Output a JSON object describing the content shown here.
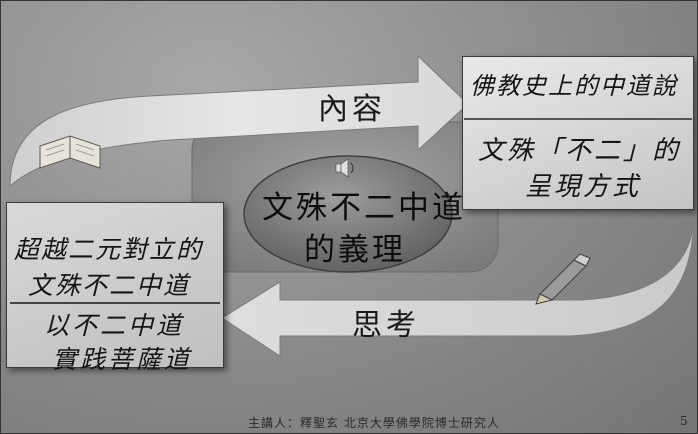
{
  "diagram": {
    "left_box": {
      "line1": "超越二元對立的",
      "line2": "文殊不二中道",
      "line3": "以不二中道",
      "line4": "實践菩薩道"
    },
    "right_box": {
      "line1": "佛教史上的中道說",
      "line2": "文殊「不二」的",
      "line3": "呈現方式"
    },
    "top_arrow_label": "內容",
    "bottom_arrow_label": "思考",
    "center": {
      "line1": "文殊不二中道",
      "line2": "的義理"
    }
  },
  "footer": {
    "credit": "主講人：釋聖玄  北京大學佛學院博士研究人",
    "page_number": "5"
  },
  "icons": [
    "open-book-icon",
    "speaker-icon",
    "pencil-icon"
  ]
}
